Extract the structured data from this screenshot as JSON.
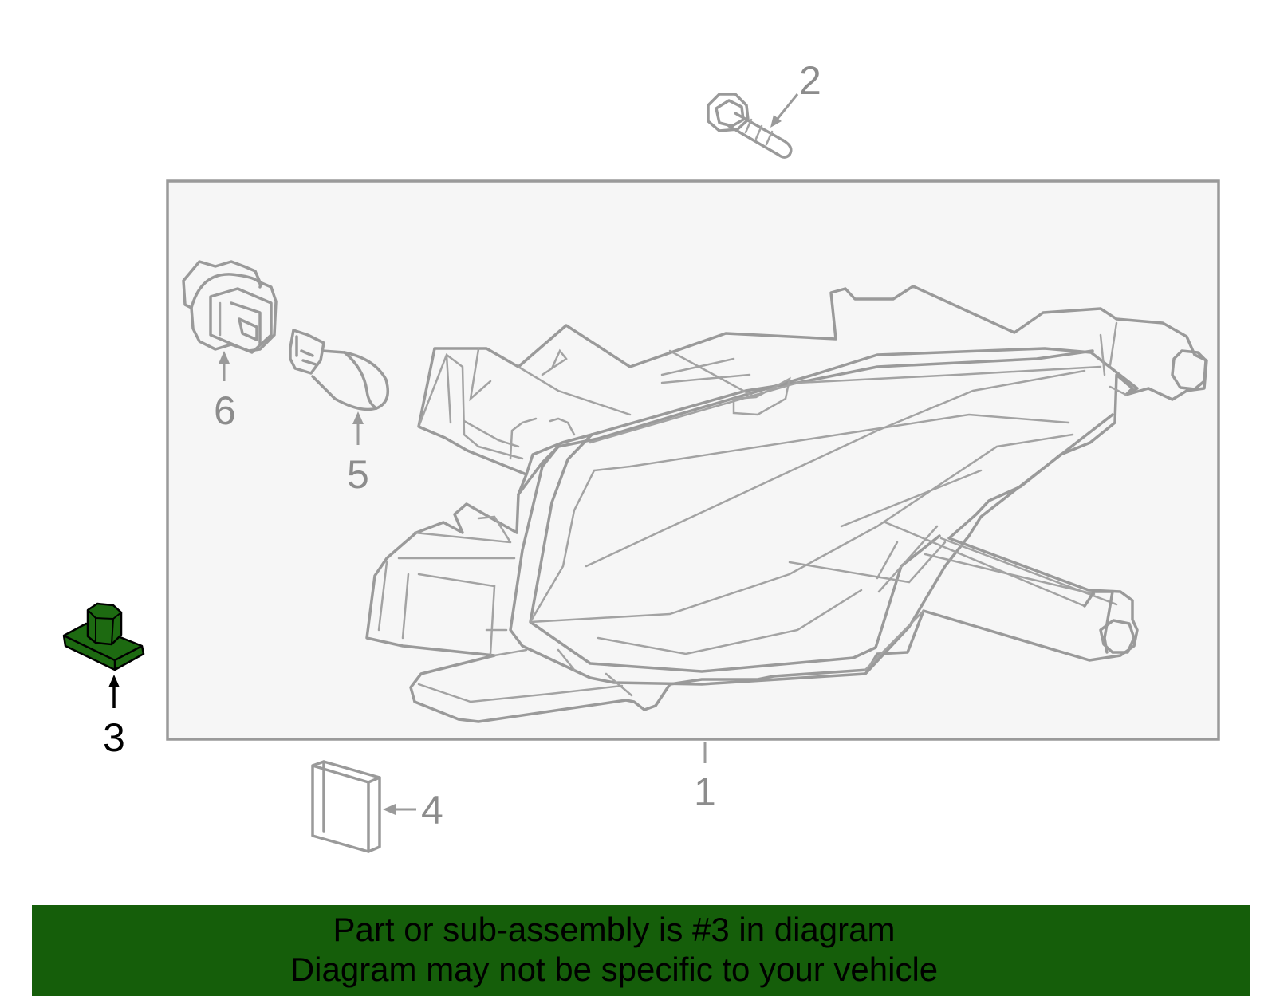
{
  "colors": {
    "highlight": "#1d6a11",
    "banner": "#155e0a",
    "line": "#9a9a9a",
    "panel": "#f6f6f6"
  },
  "callouts": {
    "p1": "1",
    "p2": "2",
    "p3": "3",
    "p4": "4",
    "p5": "5",
    "p6": "6"
  },
  "highlighted_part": "3",
  "banner": {
    "line1": "Part or sub-assembly is #3 in diagram",
    "line2": "Diagram may not be specific to your vehicle"
  }
}
